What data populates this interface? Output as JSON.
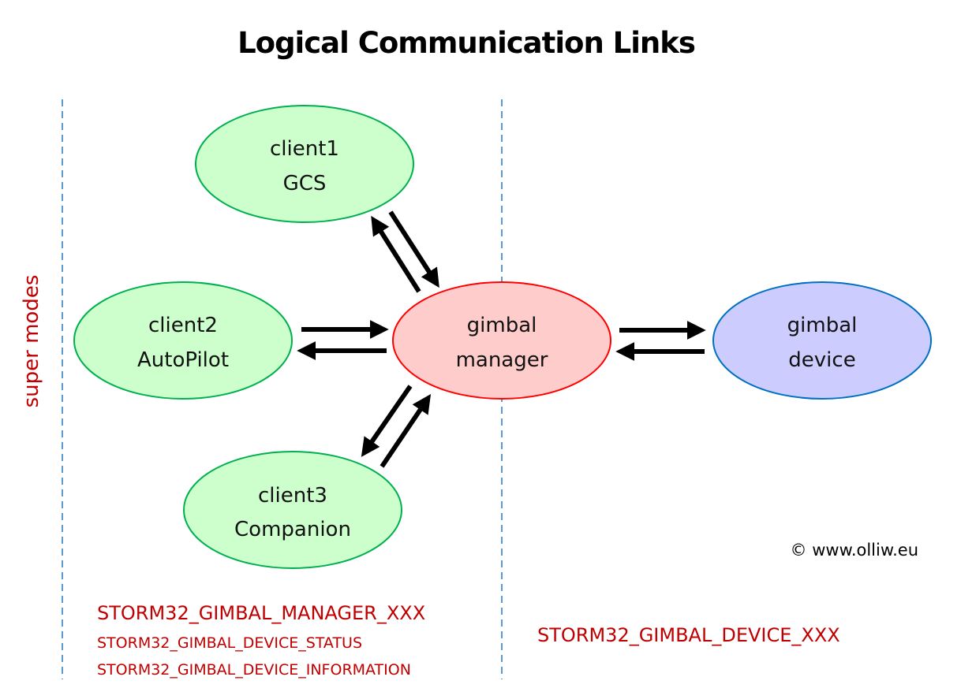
{
  "title": "Logical Communication Links",
  "side_label": "super modes",
  "nodes": {
    "client1": {
      "line1": "client1",
      "line2": "GCS",
      "fill": "#ccffcc",
      "stroke": "#00b050"
    },
    "client2": {
      "line1": "client2",
      "line2": "AutoPilot",
      "fill": "#ccffcc",
      "stroke": "#00b050"
    },
    "client3": {
      "line1": "client3",
      "line2": "Companion",
      "fill": "#ccffcc",
      "stroke": "#00b050"
    },
    "manager": {
      "line1": "gimbal",
      "line2": "manager",
      "fill": "#ffcccc",
      "stroke": "#ff0000"
    },
    "device": {
      "line1": "gimbal",
      "line2": "device",
      "fill": "#ccccff",
      "stroke": "#0070c0"
    }
  },
  "links": [
    {
      "from": "client1",
      "to": "manager",
      "bidirectional": true
    },
    {
      "from": "client2",
      "to": "manager",
      "bidirectional": true
    },
    {
      "from": "client3",
      "to": "manager",
      "bidirectional": true
    },
    {
      "from": "manager",
      "to": "device",
      "bidirectional": true
    }
  ],
  "messages_left": {
    "primary": "STORM32_GIMBAL_MANAGER_XXX",
    "secondary": [
      "STORM32_GIMBAL_DEVICE_STATUS",
      "STORM32_GIMBAL_DEVICE_INFORMATION"
    ]
  },
  "messages_right": {
    "primary": "STORM32_GIMBAL_DEVICE_XXX"
  },
  "copyright": "© www.olliw.eu",
  "colors": {
    "divider": "#5b9bd5",
    "label_red": "#c00000",
    "arrow": "#000000"
  }
}
